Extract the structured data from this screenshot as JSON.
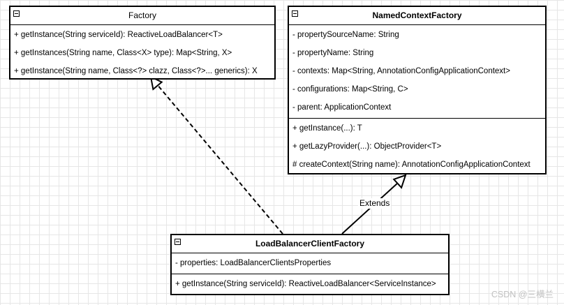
{
  "factory": {
    "title": "Factory",
    "methods": [
      "+ getInstance(String serviceId): ReactiveLoadBalancer<T>",
      "+ getInstances(String name, Class<X> type): Map<String, X>",
      "+ getInstance(String name, Class<?> clazz, Class<?>... generics): X"
    ]
  },
  "named_context_factory": {
    "title": "NamedContextFactory",
    "fields": [
      "- propertySourceName: String",
      "- propertyName: String",
      "- contexts: Map<String, AnnotationConfigApplicationContext>",
      "- configurations: Map<String, C>",
      "- parent: ApplicationContext"
    ],
    "methods": [
      "+ getInstance(...): T",
      "+ getLazyProvider(...): ObjectProvider<T>",
      "# createContext(String name): AnnotationConfigApplicationContext"
    ]
  },
  "load_balancer_client_factory": {
    "title": "LoadBalancerClientFactory",
    "fields": [
      "- properties: LoadBalancerClientsProperties"
    ],
    "methods": [
      "+ getInstance(String serviceId): ReactiveLoadBalancer<ServiceInstance>"
    ]
  },
  "edges": {
    "extends_label": "Extends"
  },
  "watermark": "CSDN @三横兰"
}
